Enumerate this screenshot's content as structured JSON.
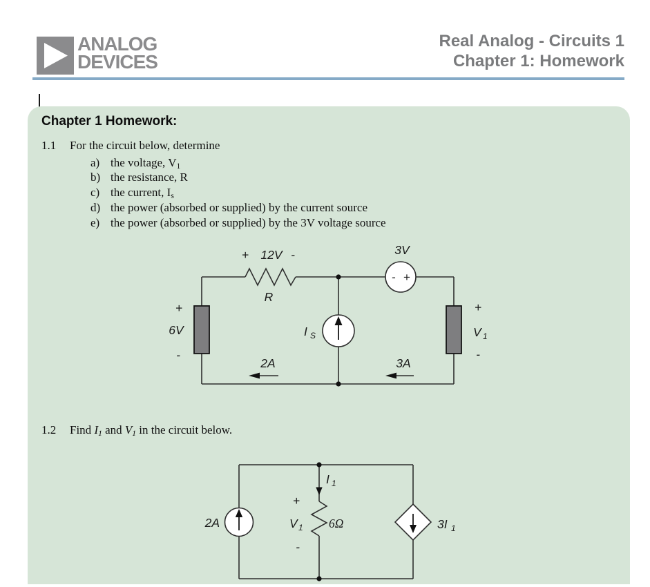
{
  "header": {
    "logo": {
      "line1": "ANALOG",
      "line2": "DEVICES"
    },
    "title_line1": "Real Analog - Circuits 1",
    "title_line2": "Chapter 1: Homework"
  },
  "colors": {
    "content_box_green": "#d6e5d7",
    "rule_blue": "#85aac7",
    "brand_gray": "#8b8b8d",
    "title_gray": "#7a7b7d",
    "circuit_element_gray": "#7e7e80"
  },
  "content": {
    "heading": "Chapter 1 Homework:",
    "p11": {
      "number": "1.1",
      "prompt": "For the circuit below, determine",
      "items": [
        {
          "letter": "a)",
          "text": "the voltage, V",
          "sub": "1"
        },
        {
          "letter": "b)",
          "text": "the resistance, R",
          "sub": ""
        },
        {
          "letter": "c)",
          "text": "the current, I",
          "sub": "s"
        },
        {
          "letter": "d)",
          "text": "the power (absorbed or supplied) by the current source",
          "sub": ""
        },
        {
          "letter": "e)",
          "text": "the power (absorbed or supplied) by the 3V voltage source",
          "sub": ""
        }
      ]
    },
    "p12": {
      "number": "1.2",
      "s1": "Find ",
      "i_var": "I",
      "i_sub": "1",
      "s2": " and ",
      "v_var": "V",
      "v_sub": "1",
      "s3": " in the circuit below."
    }
  },
  "circuit1": {
    "labels": {
      "plus": "+",
      "minus": "-",
      "v12": "12V",
      "r": "R",
      "v3": "3V",
      "left_v": "6V",
      "is_main": "I",
      "is_sub": "S",
      "i_left": "2A",
      "i_right": "3A",
      "right_main": "V",
      "right_sub": "1"
    }
  },
  "circuit2": {
    "labels": {
      "src": "2A",
      "plus": "+",
      "minus": "-",
      "i_main": "I",
      "i_sub": "1",
      "v_main": "V",
      "v_sub": "1",
      "res": "6Ω",
      "dep_main": "3I",
      "dep_sub": "1"
    }
  }
}
